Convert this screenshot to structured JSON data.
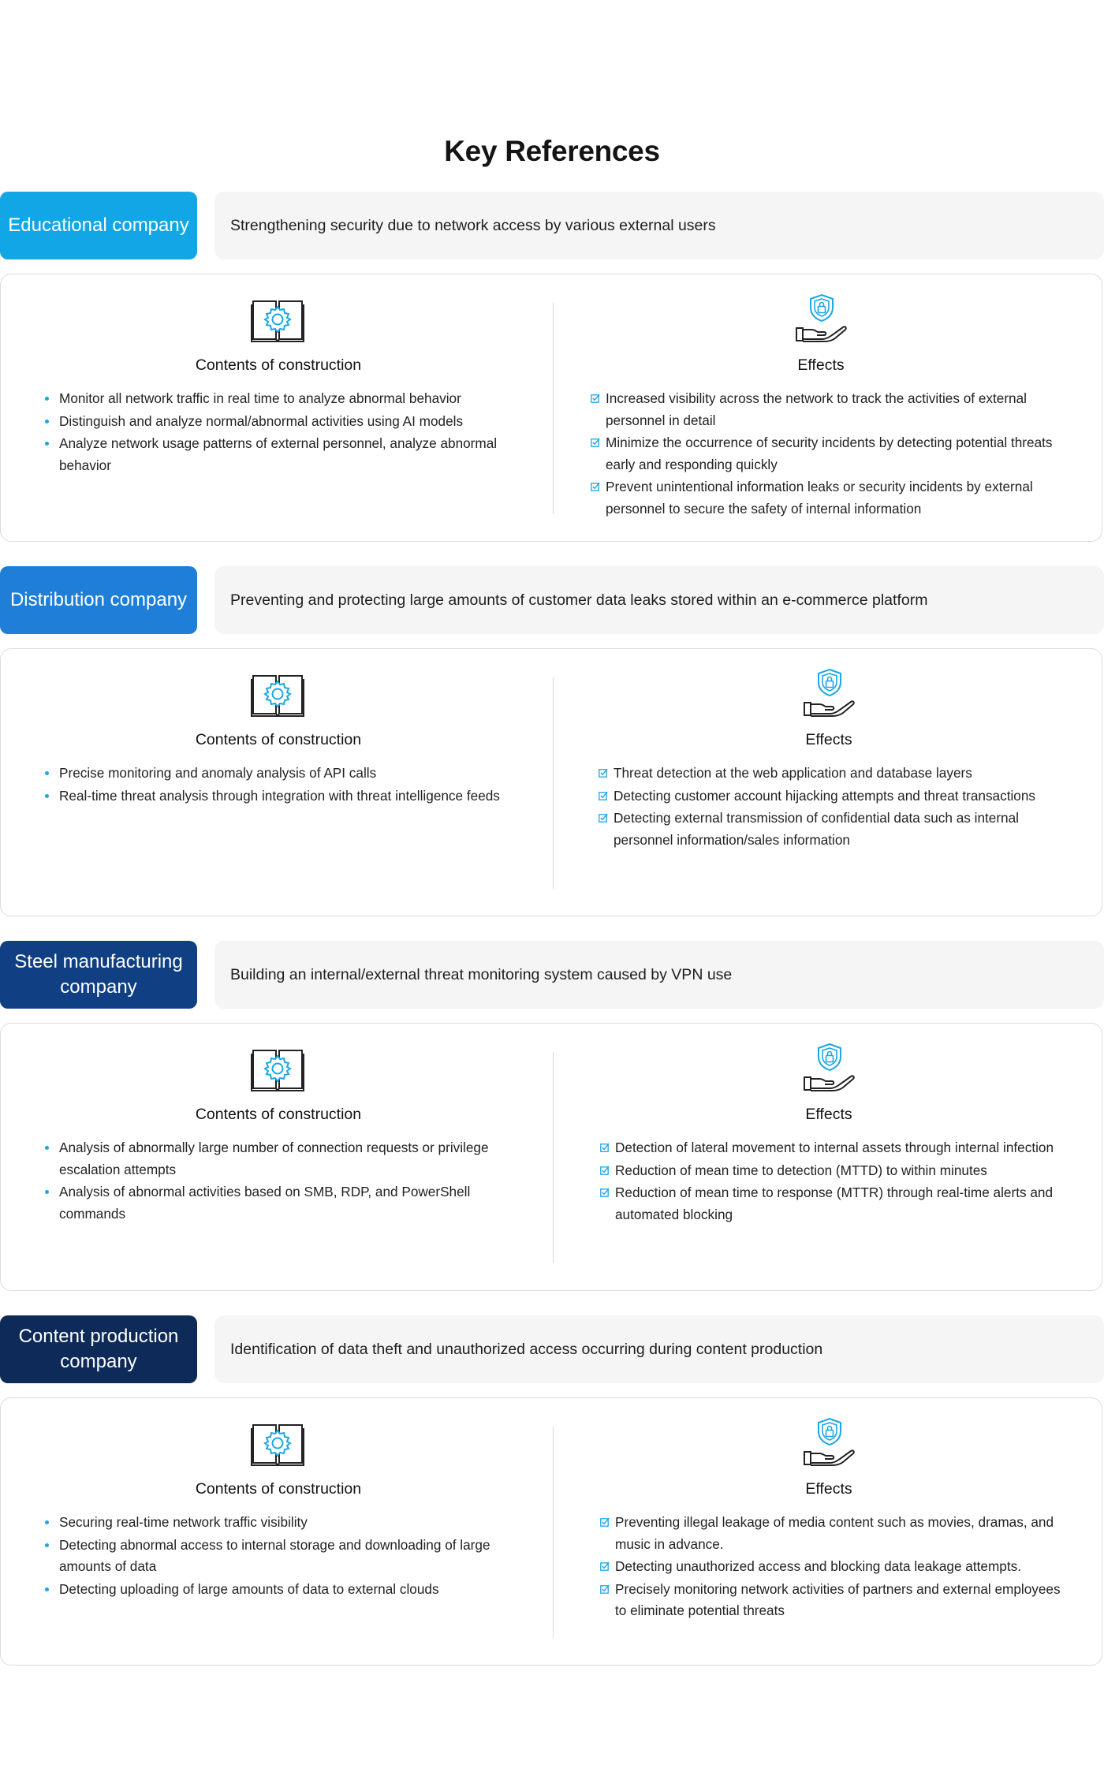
{
  "page": {
    "title": "Key References"
  },
  "colors": {
    "educational": "#12a6e6",
    "distribution": "#1f7fd8",
    "steel": "#113f83",
    "content": "#0d2a58",
    "accent": "#1aa6e8"
  },
  "icons": {
    "construction": "book-gear-icon",
    "effects": "shield-hand-icon",
    "item_check": "checkbox-icon"
  },
  "sections": [
    {
      "label": "Educational company",
      "summary": "Strengthening security due to network access by various external users",
      "construction": {
        "title": "Contents of construction",
        "items": [
          "Monitor all network traffic in real time to analyze abnormal behavior",
          "Distinguish and analyze normal/abnormal activities using AI models",
          "Analyze network usage patterns of external personnel, analyze abnormal behavior"
        ]
      },
      "effects": {
        "title": "Effects",
        "items": [
          "Increased visibility across the network to track the activities of external personnel in detail",
          "Minimize the occurrence of security incidents by detecting potential threats early and responding quickly",
          "Prevent unintentional information leaks or security incidents by external personnel to secure the safety of internal information"
        ]
      }
    },
    {
      "label": "Distribution company",
      "summary": "Preventing and protecting large amounts of customer data leaks stored within an e-commerce platform",
      "construction": {
        "title": "Contents of construction",
        "items": [
          "Precise monitoring and anomaly analysis of API calls",
          "Real-time threat analysis through integration with threat intelligence feeds"
        ]
      },
      "effects": {
        "title": "Effects",
        "items": [
          "Threat detection at the web application and database layers",
          "Detecting customer account hijacking attempts and threat transactions",
          "Detecting external transmission of confidential data such as internal personnel information/sales information"
        ]
      }
    },
    {
      "label": "Steel manufacturing company",
      "summary": "Building an internal/external threat monitoring system caused by VPN use",
      "construction": {
        "title": "Contents of construction",
        "items": [
          "Analysis of abnormally large number of connection requests or privilege escalation attempts",
          "Analysis of abnormal activities based on SMB, RDP, and PowerShell commands"
        ]
      },
      "effects": {
        "title": "Effects",
        "items": [
          "Detection of lateral movement to internal assets through internal infection",
          "Reduction of mean time to detection (MTTD) to within minutes",
          "Reduction of mean time to response (MTTR) through real-time alerts and automated blocking"
        ]
      }
    },
    {
      "label": "Content production company",
      "summary": "Identification of data theft and unauthorized access occurring during content production",
      "construction": {
        "title": "Contents of construction",
        "items": [
          "Securing real-time network traffic visibility",
          "Detecting abnormal access to internal storage and downloading of large amounts of data",
          "Detecting uploading of large amounts of data to external clouds"
        ]
      },
      "effects": {
        "title": "Effects",
        "items": [
          "Preventing illegal leakage of media content such as movies, dramas, and music in advance.",
          "Detecting unauthorized access and blocking data leakage attempts.",
          "Precisely monitoring network activities of partners and external employees to eliminate potential threats"
        ]
      }
    }
  ]
}
